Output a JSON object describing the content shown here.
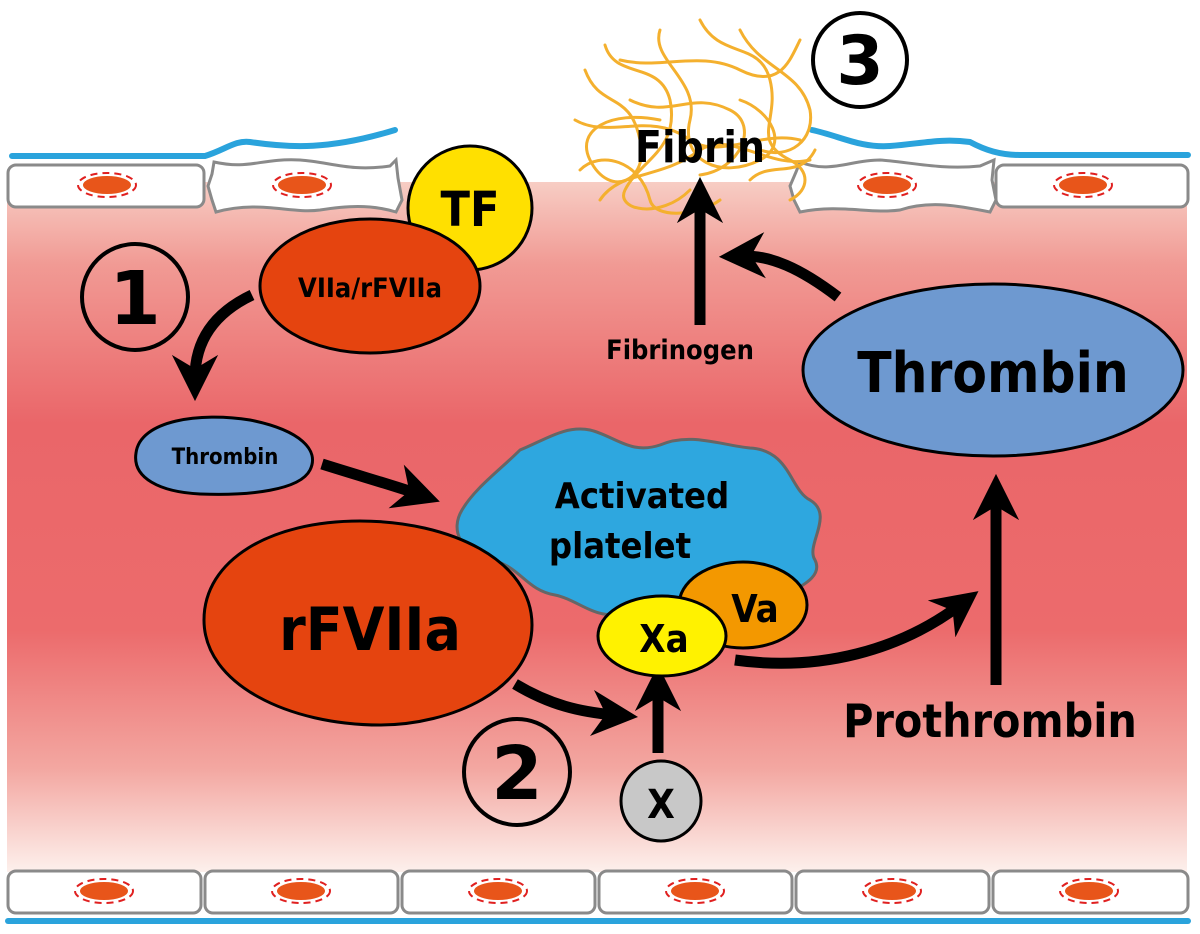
{
  "diagram": {
    "title": "rFVIIa mechanism of hemostasis",
    "colors": {
      "vessel_fill_light": "#f6c8c0",
      "vessel_fill_dark": "#e96466",
      "endothelium_outline": "#8a8a8a",
      "basement_membrane": "#2aa3dc",
      "nucleus": "#e8551a",
      "nucleus_dash": "#e02020",
      "tf": "#ffe000",
      "viia": "#e5440f",
      "thrombin": "#6e99d0",
      "platelet": "#2ea7df",
      "xa": "#fff200",
      "va": "#f39800",
      "x": "#c8c8c8",
      "fibrin": "#f4b02e",
      "arrow": "#000000"
    },
    "step_markers": [
      {
        "id": "step-1",
        "label": "1"
      },
      {
        "id": "step-2",
        "label": "2"
      },
      {
        "id": "step-3",
        "label": "3"
      }
    ],
    "nodes": {
      "tf": "TF",
      "viia_rfviia": "VIIa/rFVIIa",
      "thrombin_small": "Thrombin",
      "activated_platelet_line1": "Activated",
      "activated_platelet_line2": "platelet",
      "rfviia": "rFVIIa",
      "xa": "Xa",
      "va": "Va",
      "x": "X",
      "thrombin_large": "Thrombin",
      "prothrombin": "Prothrombin",
      "fibrinogen": "Fibrinogen",
      "fibrin": "Fibrin"
    },
    "edges": [
      {
        "from": "VIIa/rFVIIa",
        "to": "Thrombin (small)"
      },
      {
        "from": "Thrombin (small)",
        "to": "Activated platelet"
      },
      {
        "from": "rFVIIa",
        "to": "X activation"
      },
      {
        "from": "X",
        "to": "Xa"
      },
      {
        "from": "Xa/Va",
        "to": "Thrombin (large)"
      },
      {
        "from": "Prothrombin",
        "to": "Thrombin (large)"
      },
      {
        "from": "Thrombin (large)",
        "to": "Fibrinogen conversion"
      },
      {
        "from": "Fibrinogen",
        "to": "Fibrin"
      }
    ]
  }
}
